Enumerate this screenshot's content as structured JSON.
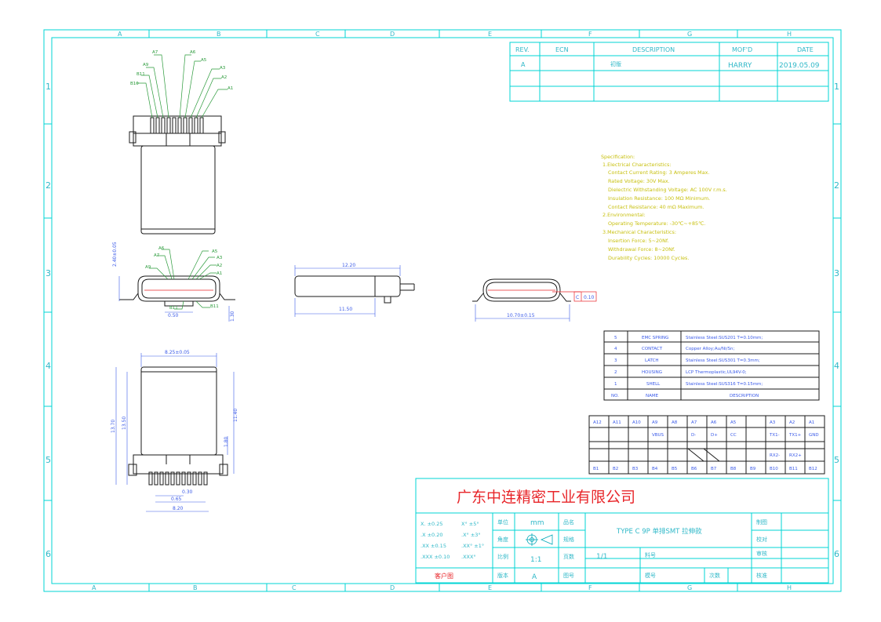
{
  "colors": {
    "frame": "#00d4d4",
    "frame_text": "#2fb8c8",
    "outline": "#1a1a1a",
    "dimension": "#3a5ae8",
    "pin_label": "#2a9a3a",
    "title_red": "#e8262a",
    "accent_yellow": "#c8c010"
  },
  "grid": {
    "columns": [
      "A",
      "B",
      "C",
      "D",
      "E",
      "F",
      "G",
      "H"
    ],
    "rows": [
      "1",
      "2",
      "3",
      "4",
      "5",
      "6"
    ]
  },
  "revision": {
    "headers": {
      "rev": "REV.",
      "ecn": "ECN",
      "description": "DESCRIPTION",
      "mof": "MOF'D",
      "date": "DATE"
    },
    "row": {
      "rev": "A",
      "ecn": "",
      "description": "初版",
      "mof": "HARRY",
      "date": "2019.05.09"
    }
  },
  "spec_lines": [
    "Specification:",
    "1.Electrical Characteristics:",
    "Contact Current Rating: 3 Amperes Max.",
    "Rated Voltage: 30V Max.",
    "Dielectric Withstanding Voltage: AC 100V r.m.s.",
    "Insulation Resistance: 100 MΩ Minimum.",
    "Contact Resistance: 40 mΩ Maximum.",
    "2.Environmental:",
    "Operating Temperature: -30℃~+85℃.",
    "3.Mechanical Characteristics:",
    "Insertion Force: 5~20Nf.",
    "Withdrawal Force: 8~20Nf.",
    "Durability Cycles: 10000 Cycles."
  ],
  "bom": {
    "rows": [
      {
        "no": "5",
        "name": "EMC SPRING",
        "desc": "Stainless Steel:SUS201 T=0.10mm;"
      },
      {
        "no": "4",
        "name": "CONTACT",
        "desc": "Copper Alloy;Au/Ni/Sn;"
      },
      {
        "no": "3",
        "name": "LATCH",
        "desc": "Stainless Steel:SUS301 T=0.3mm;"
      },
      {
        "no": "2",
        "name": "HOUSING",
        "desc": "LCP Thermoplastic,UL94V-0;"
      },
      {
        "no": "1",
        "name": "SHELL",
        "desc": "Stainless Steel:SUS316 T=0.15mm;"
      }
    ],
    "header": {
      "no": "NO.",
      "name": "NAME",
      "desc": "DESCRIPTION"
    }
  },
  "pinout": {
    "top_labels": [
      "A12",
      "A11",
      "A10",
      "A9",
      "A8",
      "A7",
      "A6",
      "A5",
      "",
      "A3",
      "A2",
      "A1"
    ],
    "top_signals": [
      "",
      "",
      "",
      "VBUS",
      "",
      "D-",
      "D+",
      "CC",
      "",
      "TX1-",
      "TX1+",
      "GND"
    ],
    "bottom_signals": [
      "",
      "",
      "",
      "",
      "",
      "",
      "",
      "",
      "",
      "RX2-",
      "RX2+",
      ""
    ],
    "bottom_labels": [
      "B1",
      "B2",
      "B3",
      "B4",
      "B5",
      "B6",
      "B7",
      "B8",
      "B9",
      "B10",
      "B11",
      "B12"
    ]
  },
  "dims": {
    "side_length": "12.20",
    "side_body": "11.50",
    "front_width": "10.70±0.15",
    "flatness": "0.10",
    "flatness_ref": "C",
    "front_height": "2.40±0.05",
    "front_pitch": "0.50",
    "front_foot": "1.30",
    "bottom_width": "8.25±0.05",
    "bottom_len1": "13.70",
    "bottom_len2": "13.50",
    "bottom_right": "11.40",
    "bottom_right2": "1.80",
    "bottom_pad1": "0.30",
    "bottom_pad2": "0.65",
    "bottom_pad3": "8.20"
  },
  "top_view_pins": {
    "left": [
      "B10",
      "B11",
      "A9",
      "A7"
    ],
    "right": [
      "A6",
      "A5",
      "A3",
      "A2",
      "A1"
    ]
  },
  "front_view_pins": {
    "left": [
      "A6",
      "A7",
      "A9"
    ],
    "right": [
      "A5",
      "A3",
      "A2",
      "A1"
    ],
    "bottom": [
      "B11",
      "B11"
    ]
  },
  "title_block": {
    "company": "广东中连精密工业有限公司",
    "tolerances": [
      [
        "X.  ±0.25",
        "X°  ±5°"
      ],
      [
        ".X  ±0.20",
        ".X°  ±3°"
      ],
      [
        ".XX ±0.15",
        ".XX° ±1°"
      ],
      [
        ".XXX ±0.10",
        ".XXX°"
      ]
    ],
    "customer_label": "客户图",
    "unit_label": "单位",
    "unit": "mm",
    "angle_label": "角度",
    "scale_label": "比例",
    "scale": "1:1",
    "version_label": "版本",
    "version": "A",
    "name_label": "品名",
    "spec_label": "规格",
    "pages_label": "页数",
    "pages": "1/1",
    "drawing_label": "图号",
    "part_name": "TYPE C 9P 单排SMT  拉伸款",
    "material_label": "料号",
    "model_label": "模号",
    "times_label": "次数",
    "draw_label": "制图",
    "check_label": "校对",
    "review_label": "审核",
    "approve_label": "核准"
  }
}
